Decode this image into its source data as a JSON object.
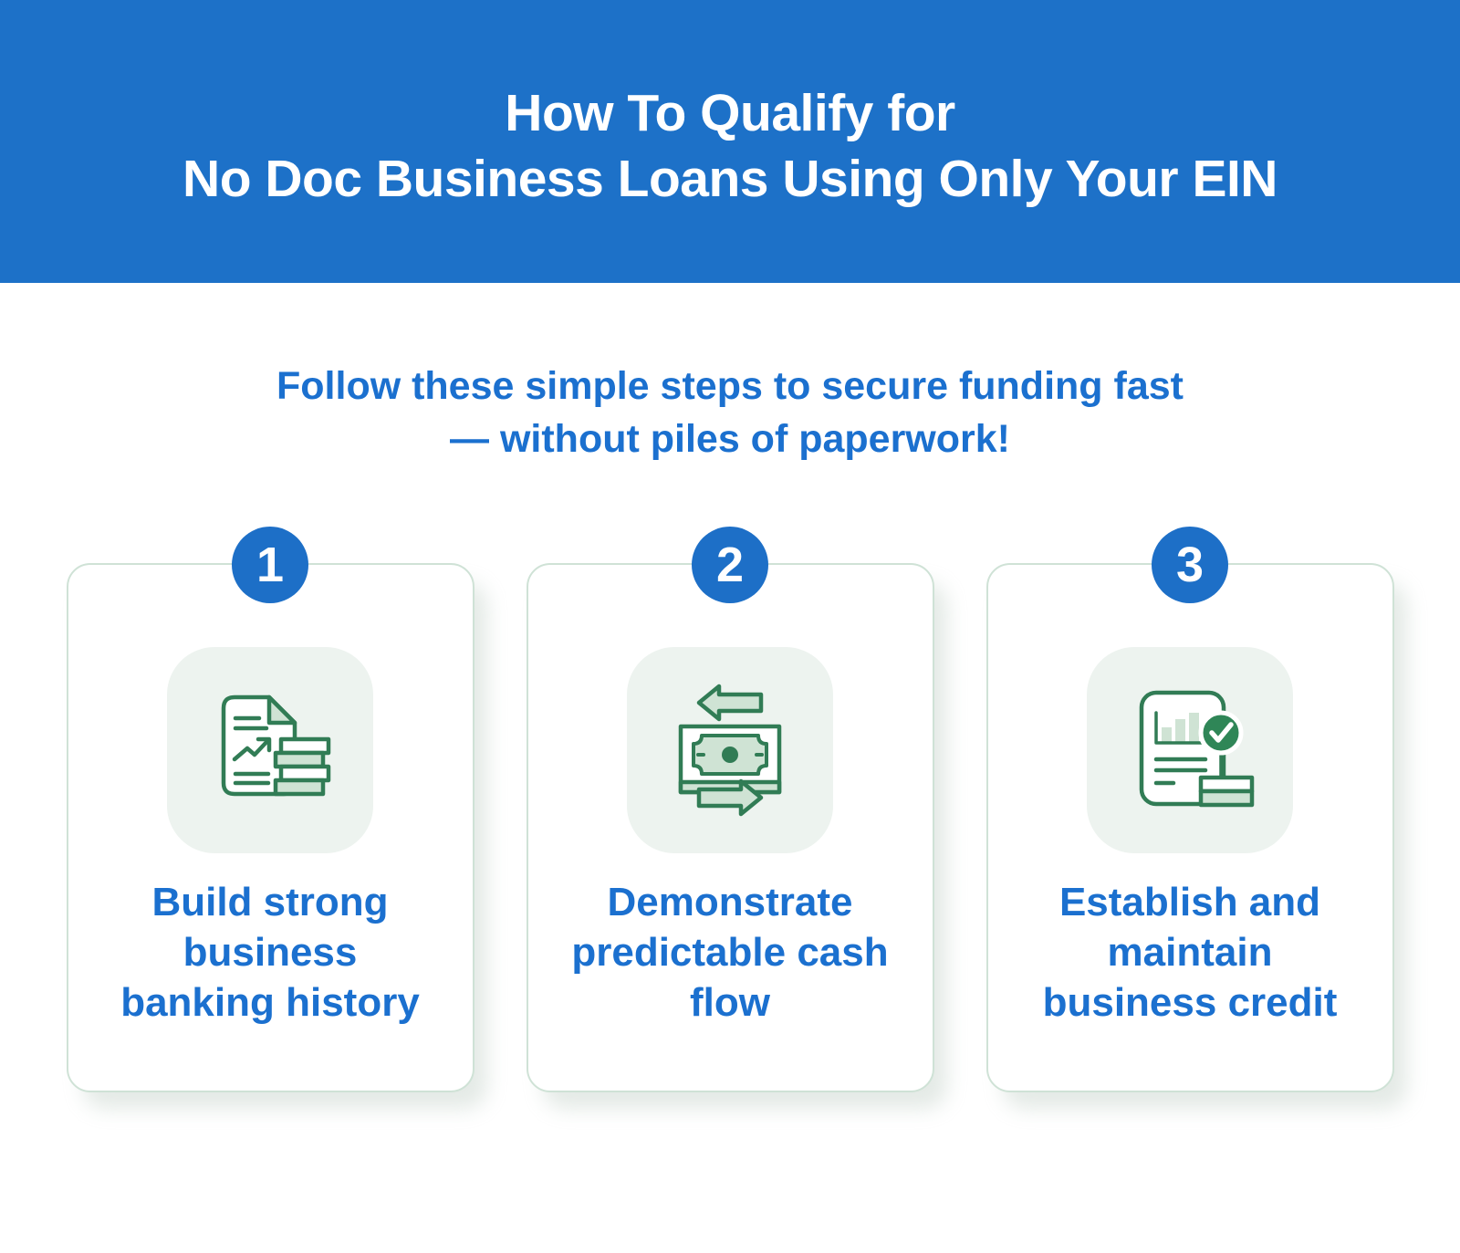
{
  "header": {
    "title_line1": "How To Qualify for",
    "title_line2": "No Doc Business Loans Using Only Your EIN"
  },
  "subtitle": {
    "line1": "Follow these simple steps to secure funding fast",
    "line2": "— without piles of paperwork!"
  },
  "steps": [
    {
      "number": "1",
      "icon": "bank-statement-coins-icon",
      "title_lines": [
        "Build strong",
        "business",
        "banking history"
      ]
    },
    {
      "number": "2",
      "icon": "cash-flow-transfer-icon",
      "title_lines": [
        "Demonstrate",
        "predictable cash",
        "flow"
      ]
    },
    {
      "number": "3",
      "icon": "business-credit-report-check-icon",
      "title_lines": [
        "Establish and",
        "maintain",
        "business credit"
      ]
    }
  ],
  "colors": {
    "banner_blue": "#1d71c8",
    "badge_blue": "#1d6fc7",
    "text_blue": "#1b70cf",
    "icon_green": "#317c55",
    "icon_green_light": "#cfe3d4",
    "check_green": "#2f8657",
    "tile_background": "#edf3ef",
    "card_border": "#cfe2d6"
  }
}
